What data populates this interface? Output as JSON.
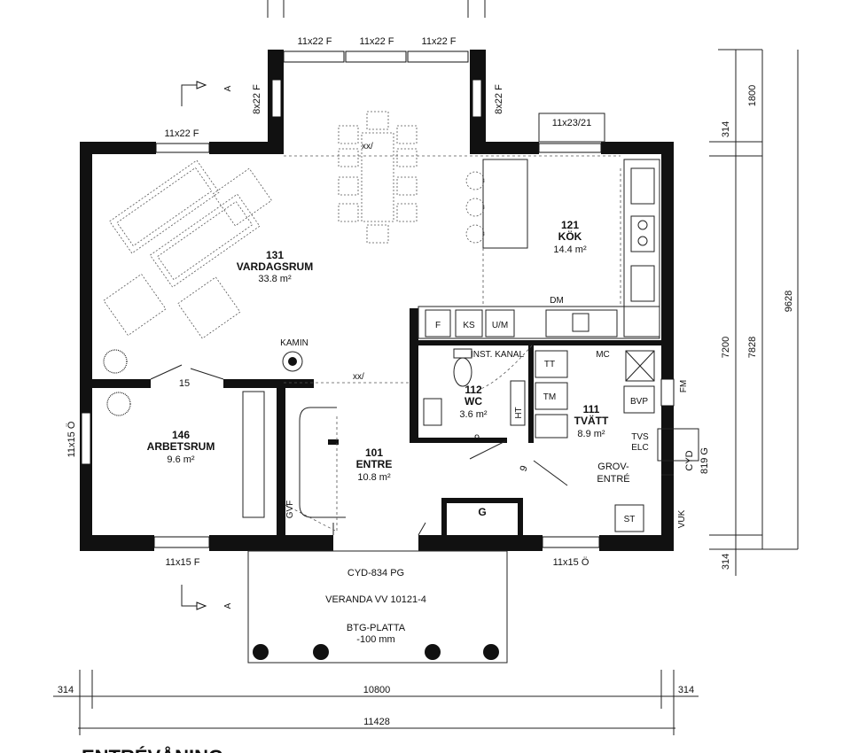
{
  "rooms": {
    "vardagsrum": {
      "number": "131",
      "name": "VARDAGSRUM",
      "area": "33.8 m²"
    },
    "kok": {
      "number": "121",
      "name": "KÖK",
      "area": "14.4 m²"
    },
    "arbetsrum": {
      "number": "146",
      "name": "ARBETSRUM",
      "area": "9.6 m²"
    },
    "entre": {
      "number": "101",
      "name": "ENTRE",
      "area": "10.8 m²"
    },
    "wc": {
      "number": "112",
      "name": "WC",
      "area": "3.6 m²"
    },
    "tvatt": {
      "number": "111",
      "name": "TVÄTT",
      "area": "8.9 m²"
    },
    "groventre": {
      "line1": "GROV-",
      "line2": "ENTRÉ"
    }
  },
  "windows": {
    "top1": "11x22 F",
    "top2": "11x22 F",
    "top3": "11x22 F",
    "left_bay": "8x22 F",
    "right_bay": "8x22 F",
    "living_top": "11x22 F",
    "kitchen_top": "11x23/21",
    "west": "11x15 Ö",
    "south_left": "11x15 F",
    "south_right": "11x15 Ö"
  },
  "fixtures": {
    "f": "F",
    "ks": "KS",
    "um": "U/M",
    "dm": "DM",
    "mc": "MC",
    "tt": "TT",
    "tm": "TM",
    "ht": "HT",
    "bvp": "BVP",
    "fm": "FM",
    "tvs": "TVS",
    "elc": "ELC",
    "st": "ST",
    "vuk": "VUK",
    "g": "G",
    "gvf": "GVF",
    "kamin": "KAMIN",
    "inst_kanal": "INST. KANAL",
    "door_15": "15",
    "door_9a": "9",
    "door_9b": "9",
    "xx1": "xx/",
    "xx2": "xx/",
    "cyd_side": "CYD",
    "door_819": "819 G",
    "section": "A",
    "section2": "A"
  },
  "exterior": {
    "door_front": "CYD-834 PG",
    "veranda": "VERANDA VV 10121-4",
    "platta1": "BTG-PLATTA",
    "platta2": "-100 mm"
  },
  "dimensions": {
    "left_314": "314",
    "right_314": "314",
    "width_inner": "10800",
    "width_total": "11428",
    "r_1800": "1800",
    "r_314a": "314",
    "r_7200": "7200",
    "r_7828": "7828",
    "r_9628": "9628",
    "r_314b": "314"
  },
  "footer": {
    "title": "ENTRÉVÅNING"
  }
}
